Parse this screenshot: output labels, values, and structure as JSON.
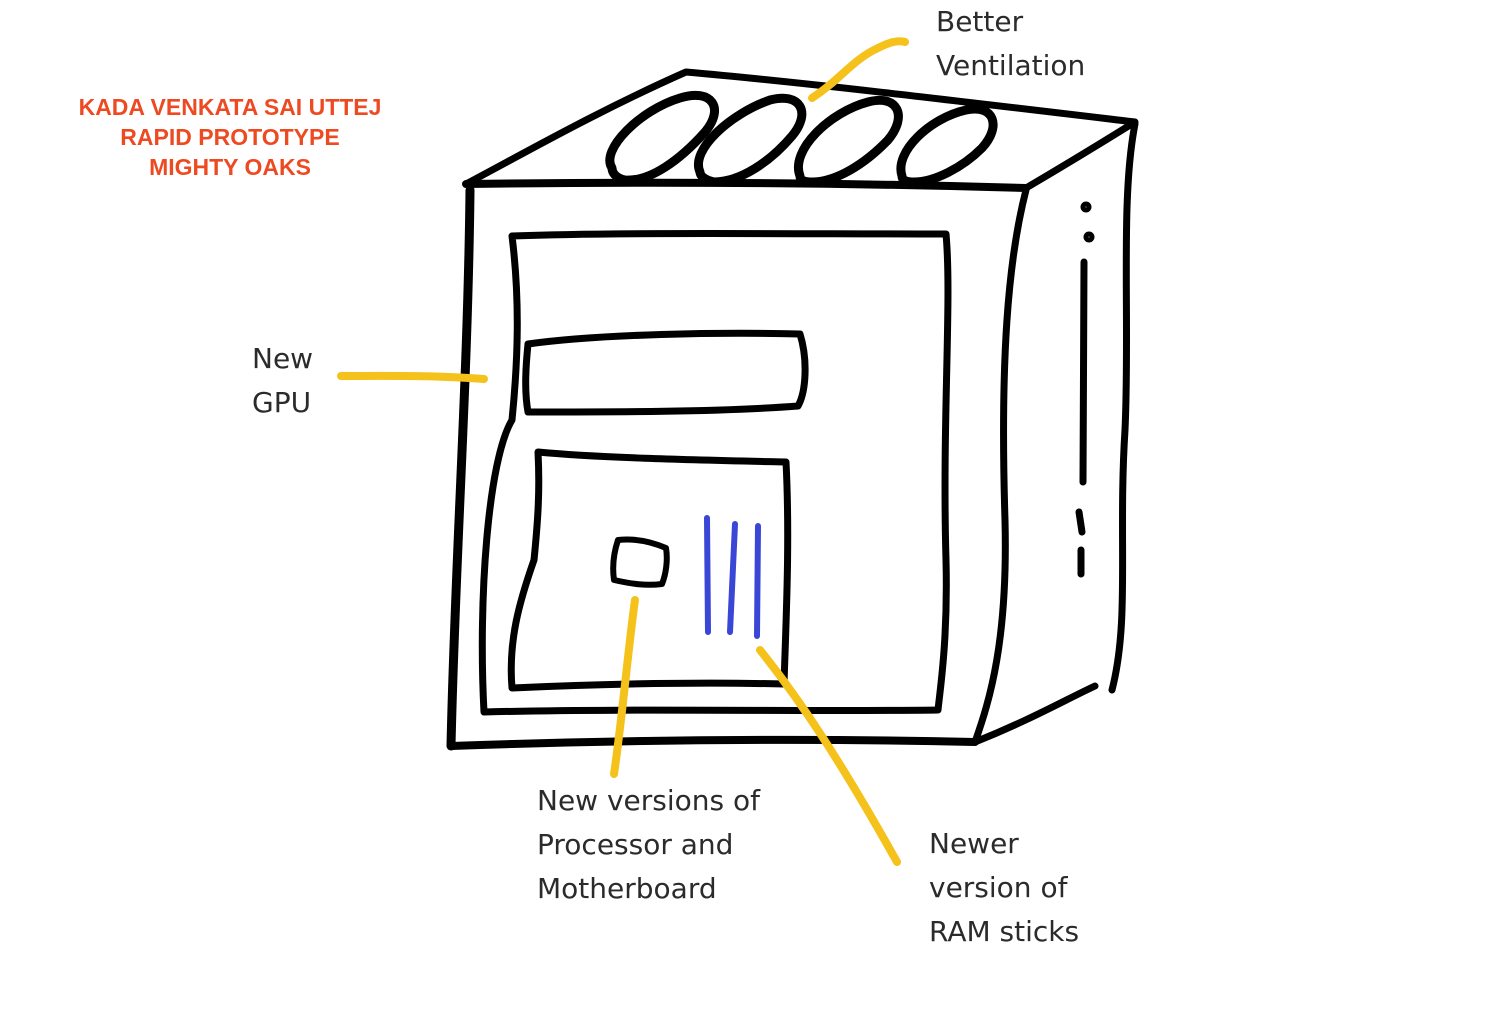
{
  "header": {
    "lines": [
      "KADA VENKATA SAI  UTTEJ",
      "RAPID PROTOTYPE",
      "MIGHTY OAKS"
    ],
    "color": "#ee4a22"
  },
  "diagram": {
    "subject": "desktop-pc-case-sketch",
    "stroke_color": "#000000",
    "callout_color": "#f5c21b",
    "ram_color": "#3a46d6"
  },
  "annotations": {
    "ventilation": [
      "Better",
      "Ventilation"
    ],
    "gpu": [
      "New",
      "GPU"
    ],
    "processor": [
      "New versions of",
      "Processor and",
      "Motherboard"
    ],
    "ram": [
      "Newer",
      "version of",
      "RAM sticks"
    ]
  }
}
